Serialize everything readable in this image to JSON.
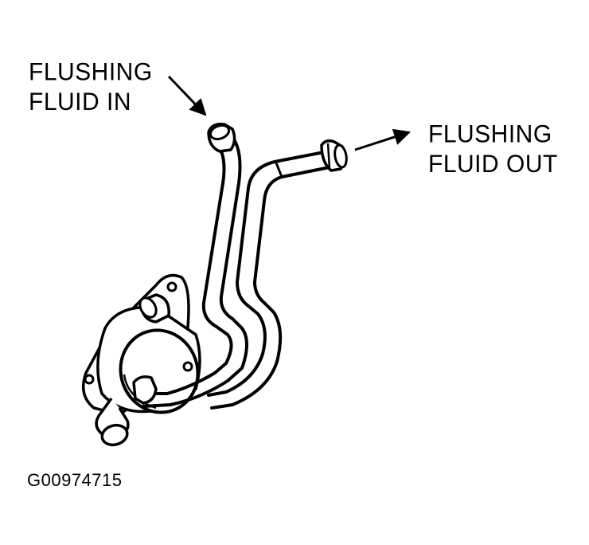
{
  "diagram": {
    "label_in": {
      "line1": "FLUSHING",
      "line2": "FLUID IN"
    },
    "label_out": {
      "line1": "FLUSHING",
      "line2": "FLUID OUT"
    },
    "figure_id": "G00974715"
  }
}
